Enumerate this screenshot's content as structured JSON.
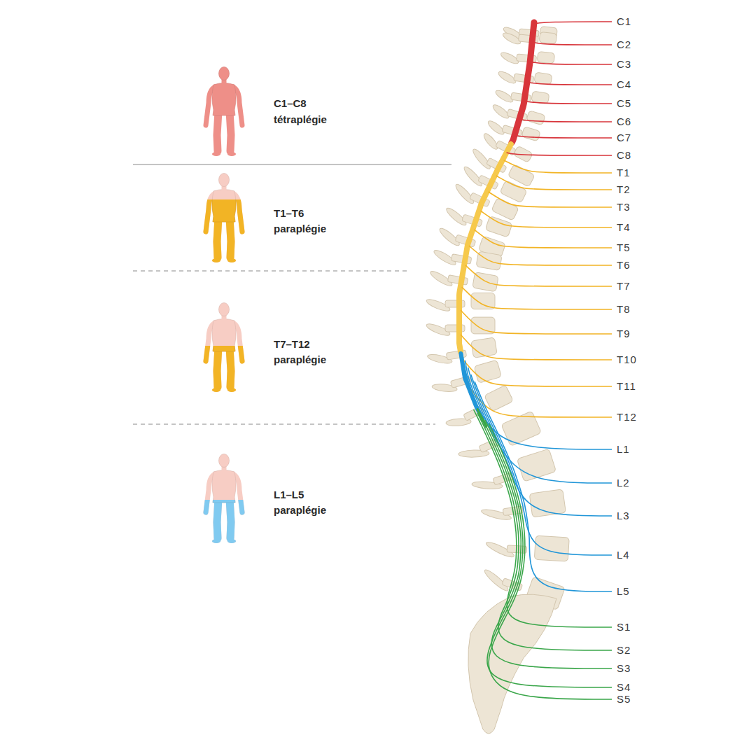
{
  "diagram": {
    "labels": [
      "C1–C8",
      "tétraplégie",
      "T1–T6",
      "paraplégie",
      "T7–T12",
      "paraplégie",
      "L1–L5",
      "paraplégie",
      "C1",
      "C2",
      "C3",
      "C4",
      "C5",
      "C6",
      "C7",
      "C8",
      "T1",
      "T2",
      "T3",
      "T4",
      "T5",
      "T6",
      "T7",
      "T8",
      "T9",
      "T10",
      "T11",
      "T12",
      "L1",
      "L2",
      "L3",
      "L4",
      "L5",
      "S1",
      "S2",
      "S3",
      "S4",
      "S5"
    ]
  }
}
